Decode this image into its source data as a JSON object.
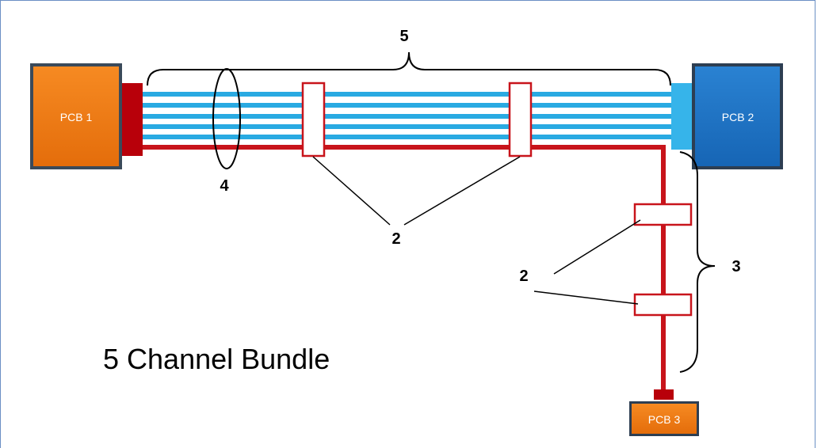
{
  "diagram": {
    "title": "5 Channel Bundle",
    "pcbs": [
      {
        "id": "pcb1",
        "label": "PCB 1",
        "color": "#f07d12"
      },
      {
        "id": "pcb2",
        "label": "PCB 2",
        "color": "#1f74c6"
      },
      {
        "id": "pcb3",
        "label": "PCB 3",
        "color": "#f07d12"
      }
    ],
    "callouts": {
      "bundle_span": "5",
      "loop": "4",
      "clips_top": "2",
      "clips_vertical": "2",
      "vertical_span": "3"
    },
    "colors": {
      "blue_cable": "#29aae2",
      "red_cable": "#c8141b",
      "connector_red": "#b8000a",
      "connector_blue": "#36b4ea",
      "frame": "#6b8fc4"
    }
  }
}
